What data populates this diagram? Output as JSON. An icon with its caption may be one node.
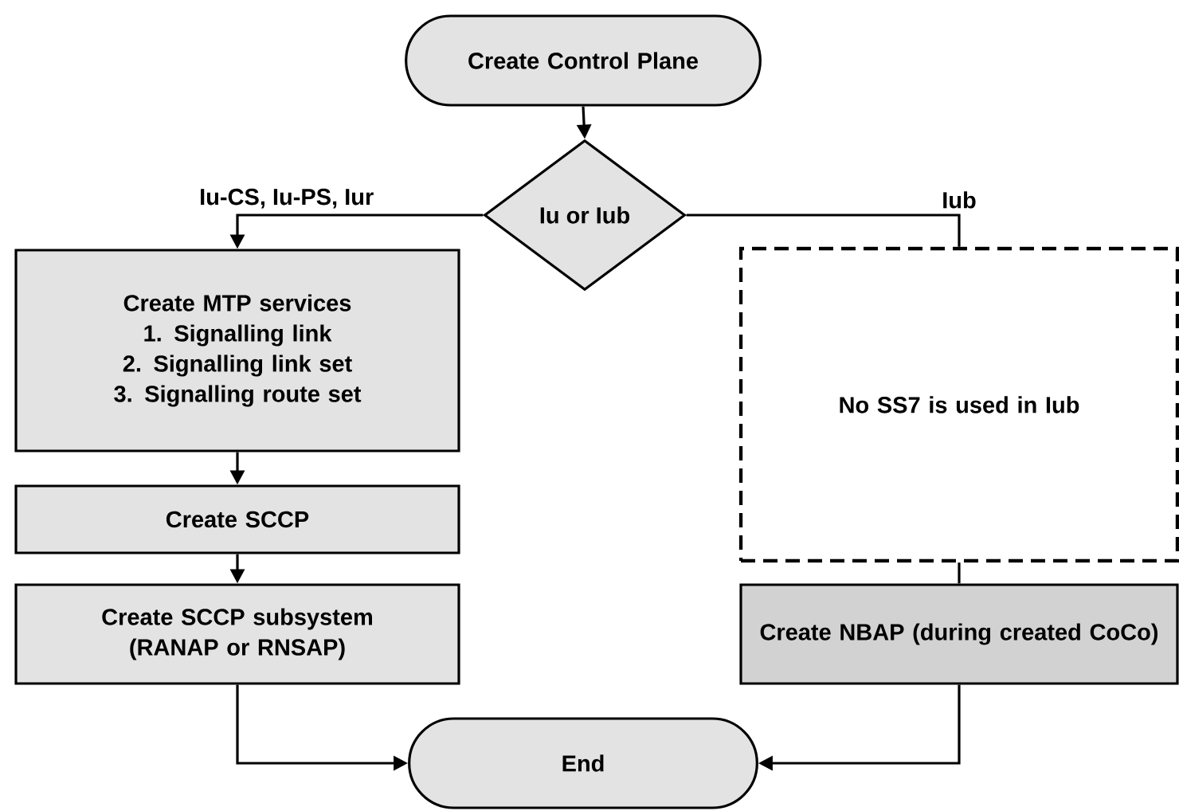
{
  "diagram": {
    "nodes": [
      {
        "text": [
          "Create Control Plane"
        ]
      },
      {
        "text": [
          "Iu or Iub"
        ]
      },
      {
        "text": [
          "Create MTP services",
          "1. Signalling link",
          "2. Signalling link set",
          "3. Signalling route set"
        ]
      },
      {
        "text": [
          "Create SCCP"
        ]
      },
      {
        "text": [
          "Create SCCP subsystem (RANAP or RNSAP)"
        ]
      },
      {
        "text": [
          "No SS7 is used in Iub"
        ]
      },
      {
        "text": [
          "Create NBAP (during created CoCo)"
        ]
      },
      {
        "text": [
          "End"
        ]
      }
    ],
    "edges": [
      {
        "from": 0,
        "to": 1,
        "arrow": "to"
      },
      {
        "from": 1,
        "to": 2,
        "arrow": "to",
        "label": "Iu-CS, Iu-PS, Iur"
      },
      {
        "from": 1,
        "to": 5,
        "arrow": "none",
        "label": "Iub"
      },
      {
        "from": 2,
        "to": 3,
        "arrow": "to"
      },
      {
        "from": 3,
        "to": 4,
        "arrow": "to"
      },
      {
        "from": 4,
        "to": 7,
        "arrow": "to"
      },
      {
        "from": 5,
        "to": 6,
        "arrow": "none"
      },
      {
        "from": 6,
        "to": 7,
        "arrow": "to"
      }
    ]
  }
}
